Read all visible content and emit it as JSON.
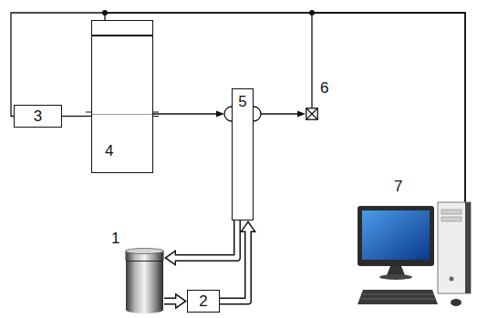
{
  "diagram": {
    "nodes": [
      {
        "text": [
          "1"
        ]
      },
      {
        "text": [
          "2"
        ]
      },
      {
        "text": [
          "3"
        ]
      },
      {
        "text": [
          "4"
        ]
      },
      {
        "text": [
          "5"
        ]
      },
      {
        "text": [
          "6"
        ]
      },
      {
        "text": [
          "7"
        ]
      }
    ],
    "edges": [
      {
        "from": 2,
        "to": 3,
        "arrow": "none"
      },
      {
        "from": 3,
        "to": 4,
        "arrow": "to"
      },
      {
        "from": 4,
        "to": 5,
        "arrow": "to"
      },
      {
        "from": 4,
        "to": 0,
        "arrow": "to"
      },
      {
        "from": 0,
        "to": 1,
        "arrow": "to"
      },
      {
        "from": 1,
        "to": 4,
        "arrow": "to"
      },
      {
        "from": 6,
        "to": 2,
        "arrow": "none"
      },
      {
        "from": 6,
        "to": 3,
        "arrow": "none"
      },
      {
        "from": 6,
        "to": 5,
        "arrow": "none"
      }
    ]
  }
}
